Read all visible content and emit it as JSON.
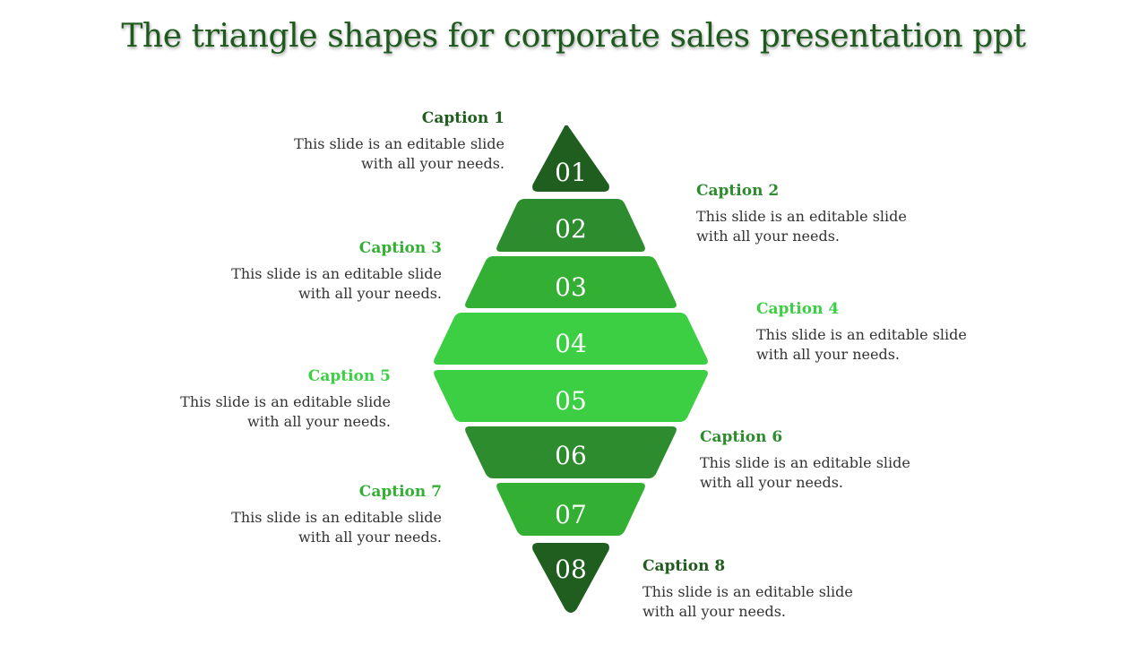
{
  "title": "The triangle shapes for corporate sales presentation ppt",
  "segments": [
    {
      "number": "01",
      "color": "#1f5e1f",
      "caption": "Caption 1",
      "caption_color": "#1f5e1f",
      "line1": "This slide is an editable slide",
      "line2": "with all your needs."
    },
    {
      "number": "02",
      "color": "#2d8c2d",
      "caption": "Caption 2",
      "caption_color": "#2d8c2d",
      "line1": "This slide is an editable slide",
      "line2": "with all your needs."
    },
    {
      "number": "03",
      "color": "#33b033",
      "caption": "Caption 3",
      "caption_color": "#33b033",
      "line1": "This slide is an editable slide",
      "line2": "with all your needs."
    },
    {
      "number": "04",
      "color": "#3ccf43",
      "caption": "Caption 4",
      "caption_color": "#3ccf43",
      "line1": "This slide is an editable slide",
      "line2": "with all your needs."
    },
    {
      "number": "05",
      "color": "#3ccf43",
      "caption": "Caption 5",
      "caption_color": "#3ccf43",
      "line1": "This slide is an editable slide",
      "line2": "with all your needs."
    },
    {
      "number": "06",
      "color": "#2d8c2d",
      "caption": "Caption 6",
      "caption_color": "#2d8c2d",
      "line1": "This slide is an editable slide",
      "line2": "with all your needs."
    },
    {
      "number": "07",
      "color": "#33b033",
      "caption": "Caption 7",
      "caption_color": "#33b033",
      "line1": "This slide is an editable slide",
      "line2": "with all your needs."
    },
    {
      "number": "08",
      "color": "#1f5e1f",
      "caption": "Caption 8",
      "caption_color": "#1f5e1f",
      "line1": "This slide is an editable slide",
      "line2": "with all your needs."
    }
  ]
}
